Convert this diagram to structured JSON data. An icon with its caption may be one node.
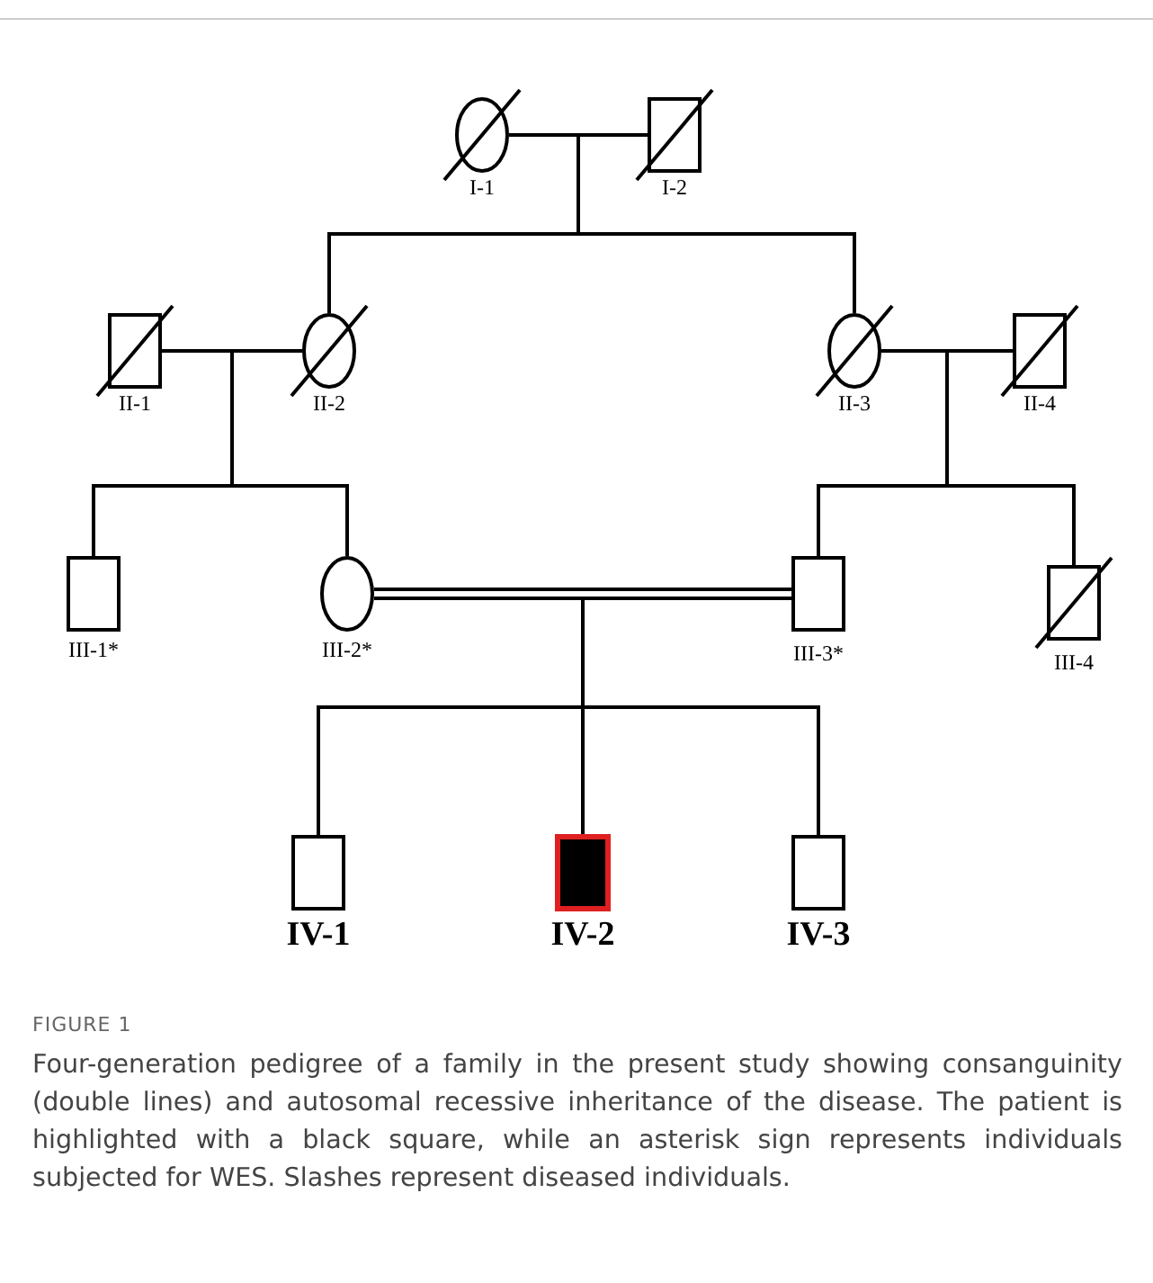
{
  "diagram": {
    "caption": "Four-generation pedigree of a family in the present study showing consanguinity (double lines) and autosomal recessive inheritance of the disease. The patient is highlighted with a black square, while an asterisk sign represents individuals subjected for WES. Slashes represent diseased individuals.",
    "nodes": [
      {
        "text": [
          "I-1"
        ]
      },
      {
        "text": [
          "I-2"
        ]
      },
      {
        "text": [
          "II-1"
        ]
      },
      {
        "text": [
          "II-2"
        ]
      },
      {
        "text": [
          "II-3"
        ]
      },
      {
        "text": [
          "II-4"
        ]
      },
      {
        "text": [
          "III-1*"
        ]
      },
      {
        "text": [
          "III-2*"
        ]
      },
      {
        "text": [
          "III-3*"
        ]
      },
      {
        "text": [
          "III-4"
        ]
      },
      {
        "text": [
          "IV-1"
        ]
      },
      {
        "text": [
          "IV-2"
        ]
      },
      {
        "text": [
          "IV-3"
        ]
      }
    ],
    "edges": [
      {
        "from": 0,
        "to": 1,
        "arrow": "none"
      },
      {
        "from": 0,
        "to": 3,
        "arrow": "none"
      },
      {
        "from": 1,
        "to": 3,
        "arrow": "none"
      },
      {
        "from": 0,
        "to": 4,
        "arrow": "none"
      },
      {
        "from": 1,
        "to": 4,
        "arrow": "none"
      },
      {
        "from": 2,
        "to": 3,
        "arrow": "none"
      },
      {
        "from": 4,
        "to": 5,
        "arrow": "none"
      },
      {
        "from": 2,
        "to": 6,
        "arrow": "none"
      },
      {
        "from": 3,
        "to": 6,
        "arrow": "none"
      },
      {
        "from": 2,
        "to": 7,
        "arrow": "none"
      },
      {
        "from": 3,
        "to": 7,
        "arrow": "none"
      },
      {
        "from": 4,
        "to": 8,
        "arrow": "none"
      },
      {
        "from": 5,
        "to": 8,
        "arrow": "none"
      },
      {
        "from": 4,
        "to": 9,
        "arrow": "none"
      },
      {
        "from": 5,
        "to": 9,
        "arrow": "none"
      },
      {
        "from": 7,
        "to": 8,
        "arrow": "none"
      },
      {
        "from": 7,
        "to": 10,
        "arrow": "none"
      },
      {
        "from": 8,
        "to": 10,
        "arrow": "none"
      },
      {
        "from": 7,
        "to": 11,
        "arrow": "none"
      },
      {
        "from": 8,
        "to": 11,
        "arrow": "none"
      },
      {
        "from": 7,
        "to": 12,
        "arrow": "none"
      },
      {
        "from": 8,
        "to": 12,
        "arrow": "none"
      }
    ],
    "labels": [
      "FIGURE 1"
    ]
  }
}
